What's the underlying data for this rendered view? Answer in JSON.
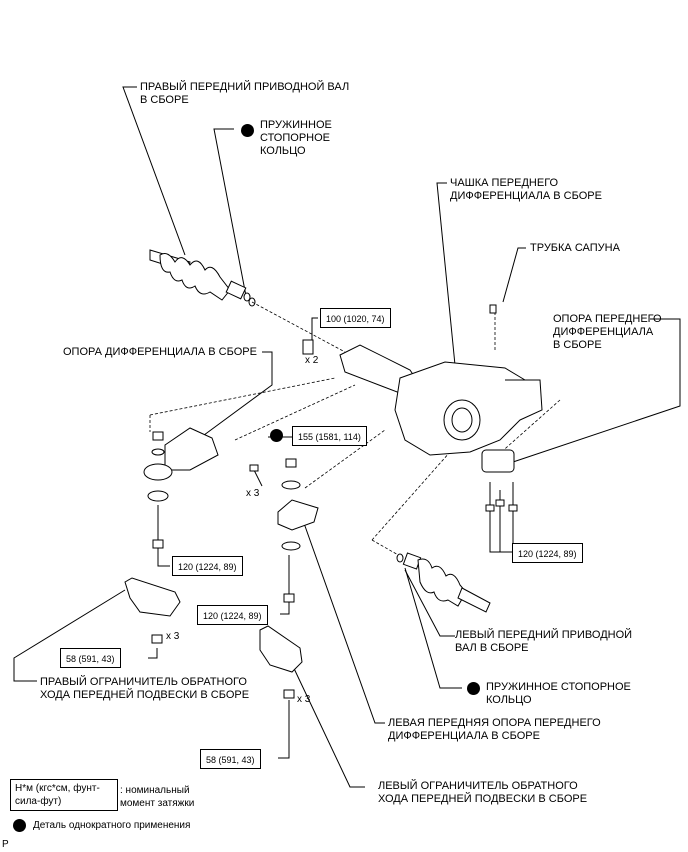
{
  "labels": {
    "right_drive_shaft": "ПРАВЫЙ ПЕРЕДНИЙ ПРИВОДНОЙ ВАЛ\nВ СБОРЕ",
    "snap_ring_top": "ПРУЖИННОЕ\nСТОПОРНОЕ\nКОЛЬЦО",
    "diff_carrier": "ЧАШКА ПЕРЕДНЕГО\nДИФФЕРЕНЦИАЛА В СБОРЕ",
    "breather_tube": "ТРУБКА САПУНА",
    "front_diff_mount": "ОПОРА ПЕРЕДНЕГО\nДИФФЕРЕНЦИАЛА\nВ СБОРЕ",
    "diff_support": "ОПОРА ДИФФЕРЕНЦИАЛА В СБОРЕ",
    "left_drive_shaft": "ЛЕВЫЙ ПЕРЕДНИЙ ПРИВОДНОЙ\nВАЛ В СБОРЕ",
    "snap_ring_bottom": "ПРУЖИННОЕ СТОПОРНОЕ\nКОЛЬЦО",
    "left_front_diff_mount": "ЛЕВАЯ ПЕРЕДНЯЯ ОПОРА ПЕРЕДНЕГО\nДИФФЕРЕНЦИАЛА В СБОРЕ",
    "right_rebound_stopper": "ПРАВЫЙ ОГРАНИЧИТЕЛЬ ОБРАТНОГО\nХОДА ПЕРЕДНЕЙ ПОДВЕСКИ В СБОРЕ",
    "left_rebound_stopper": "ЛЕВЫЙ ОГРАНИЧИТЕЛЬ ОБРАТНОГО\nХОДА ПЕРЕДНЕЙ ПОДВЕСКИ В СБОРЕ"
  },
  "torques": {
    "t100": "100 (1020, 74)",
    "t155": "155 (1581, 114)",
    "t120_right_mount": "120 (1224, 89)",
    "t120_left_support": "120 (1224, 89)",
    "t120_center": "120 (1224, 89)",
    "t58_right": "58 (591, 43)",
    "t58_left": "58 (591, 43)"
  },
  "multipliers": {
    "x2": "x 2",
    "x3_a": "x 3",
    "x3_b": "x 3",
    "x3_c": "x 3"
  },
  "legend": {
    "unit": "Н*м (кгс*см, фунт-\nсила-фут)",
    "unit_desc": ": номинальный\nмомент затяжки",
    "non_reusable": "Деталь однократного применения"
  },
  "corner_mark": "P"
}
